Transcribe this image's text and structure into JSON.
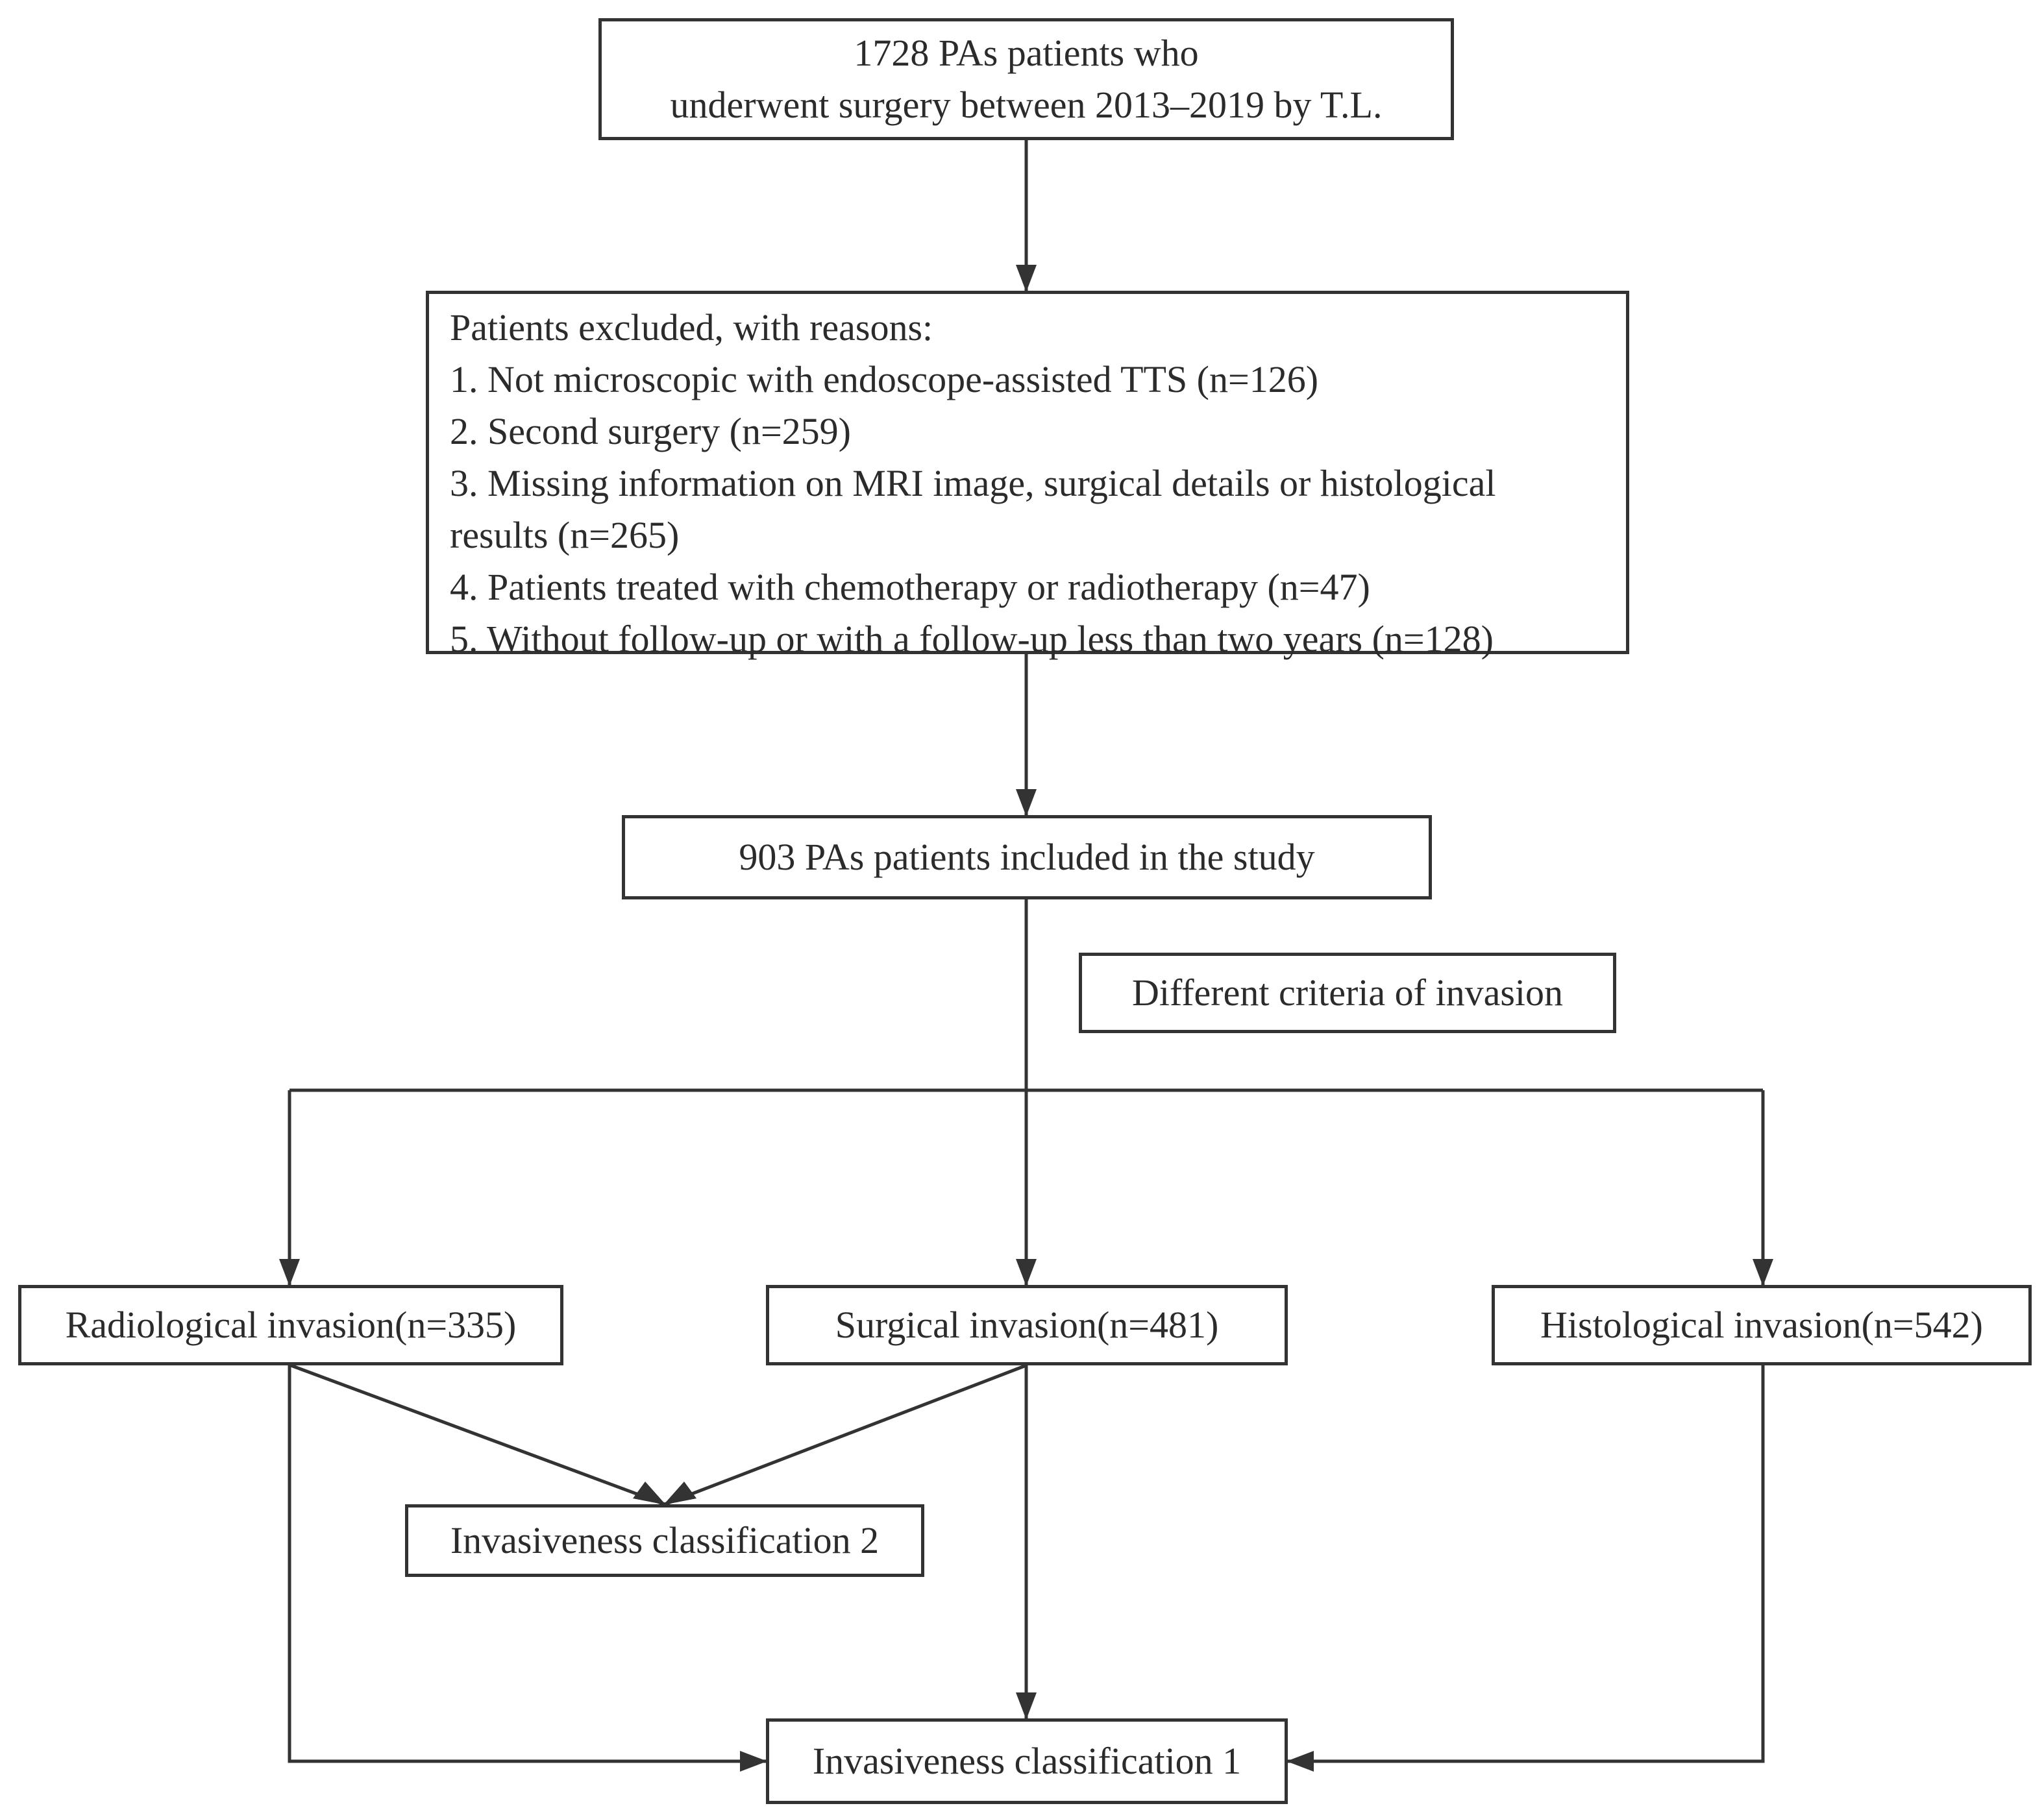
{
  "flowchart": {
    "start": {
      "line1": "1728 PAs patients who",
      "line2": "underwent surgery between 2013–2019 by T.L."
    },
    "excluded": {
      "heading": "Patients excluded, with reasons:",
      "items": [
        "1. Not microscopic with endoscope-assisted TTS (n=126)",
        "2. Second surgery (n=259)",
        "3. Missing information on MRI image, surgical details or histological",
        "results (n=265)",
        "4. Patients treated with chemotherapy or radiotherapy (n=47)",
        "5. Without follow-up or with a follow-up less than two years (n=128)"
      ]
    },
    "included": "903 PAs patients included in the study",
    "criteria": "Different criteria of invasion",
    "radiological": "Radiological invasion(n=335)",
    "surgical": "Surgical invasion(n=481)",
    "histological": "Histological invasion(n=542)",
    "classification2": "Invasiveness classification 2",
    "classification1": "Invasiveness classification 1"
  },
  "colors": {
    "line": "#333333",
    "text": "#2b2b2b",
    "background": "#ffffff"
  }
}
